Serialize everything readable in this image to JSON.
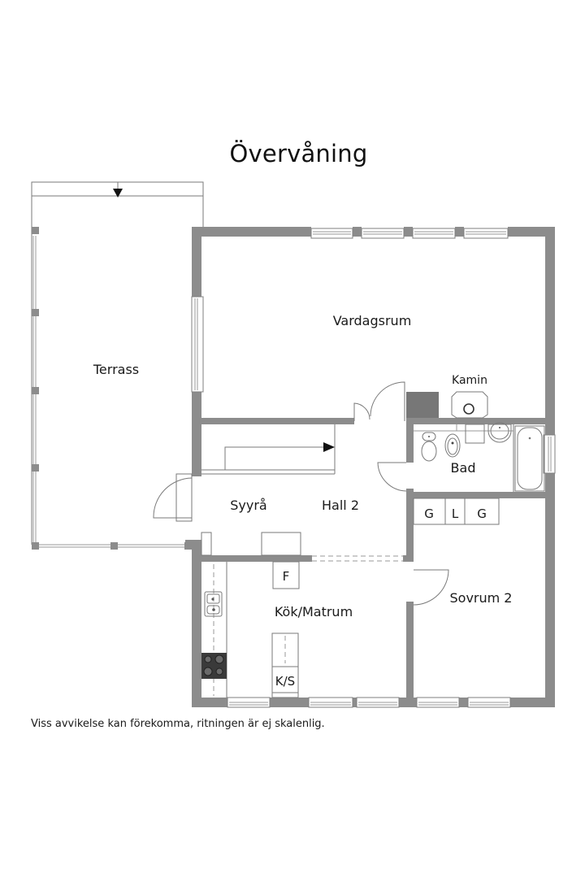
{
  "plan": {
    "title": "Övervåning",
    "disclaimer": "Viss avvikelse kan förekomma, ritningen är ej skalenlig.",
    "colors": {
      "wall": "#8c8c8c",
      "line": "#7a7a7a",
      "background": "#ffffff",
      "text": "#1a1a1a"
    },
    "rooms": {
      "terrass": "Terrass",
      "vardagsrum": "Vardagsrum",
      "kamin": "Kamin",
      "bad": "Bad",
      "syyra": "Syyrå",
      "hall": "Hall 2",
      "kok": "Kök/Matrum",
      "sovrum": "Sovrum 2"
    },
    "fixtures": {
      "fridge": "F",
      "fridge_freezer": "K/S",
      "closet_left": "G",
      "closet_mid": "L",
      "closet_right": "G"
    },
    "icons": {
      "stair_arrow": "arrow-right",
      "terrace_arrow": "arrow-down",
      "stove": "cooktop",
      "sink": "kitchen-sink",
      "toilet": "toilet",
      "bidet": "bidet",
      "washbasin": "washbasin",
      "bathtub": "bathtub",
      "fireplace": "fireplace"
    }
  }
}
